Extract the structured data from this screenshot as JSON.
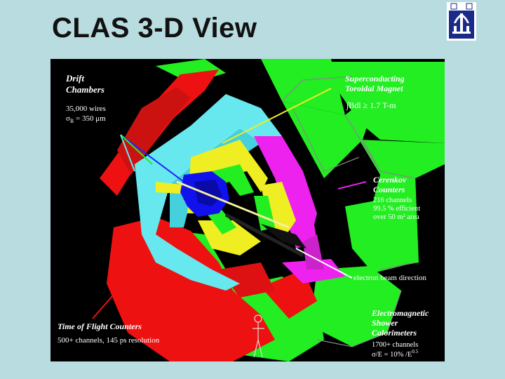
{
  "slide": {
    "title": "CLAS 3-D View",
    "logo_icon": "university-logo-icon",
    "background": "#b8dce0"
  },
  "labels": {
    "drift": {
      "title_line1": "Drift",
      "title_line2": "Chambers",
      "detail1": "35,000 wires",
      "detail2_symbol": "σ",
      "detail2_sub": "R",
      "detail2_rest": " = 350 μm"
    },
    "magnet": {
      "title_line1": "Superconducting",
      "title_line2": "Toroidal Magnet",
      "formula": "∫Bdl ≥ 1.7 T-m"
    },
    "cerenkov": {
      "title_line1": "Cerenkov",
      "title_line2": "Counters",
      "detail1": "216 channels",
      "detail2": "99.5 % efficient",
      "detail3": "over 50 m² area"
    },
    "beam": {
      "text": "electron beam direction"
    },
    "tof": {
      "title": "Time of Flight Counters",
      "detail": "500+ channels, 145 ps resolution"
    },
    "calorimeter": {
      "title_line1": "Electromagnetic",
      "title_line2": "Shower",
      "title_line3": "Calorimeters",
      "detail1": "1700+ channels",
      "detail2_main": "σ/E = 10% /E",
      "detail2_sup": "0.5"
    }
  },
  "colors": {
    "green": "#22ee22",
    "red": "#ee1111",
    "cyan": "#66e8ee",
    "yellow": "#eeee22",
    "magenta": "#ee22ee",
    "blue": "#1111ee",
    "grey": "#999999"
  }
}
